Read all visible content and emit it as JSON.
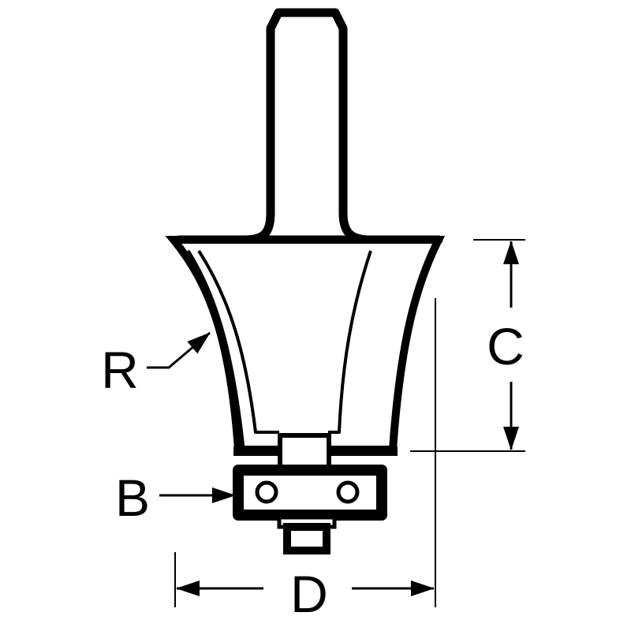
{
  "diagram": {
    "labels": {
      "r": "R",
      "b": "B",
      "c": "C",
      "d": "D"
    },
    "colors": {
      "ink": "#000000",
      "paper": "#ffffff"
    }
  }
}
